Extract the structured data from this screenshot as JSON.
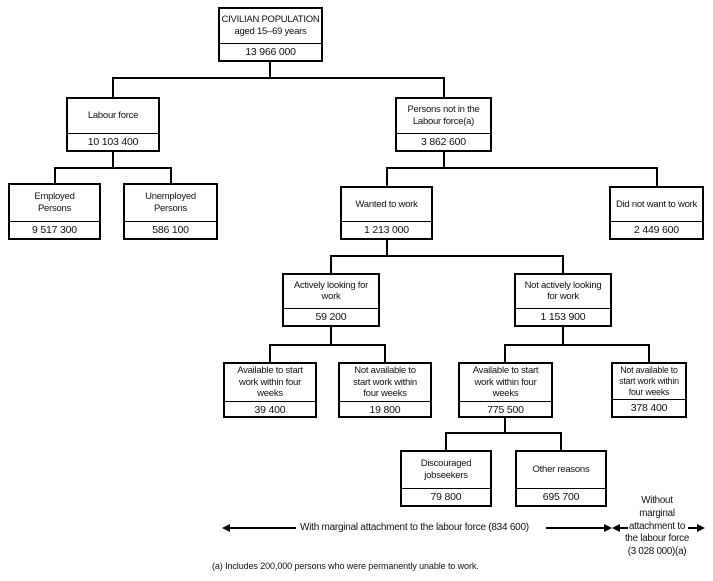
{
  "colors": {
    "line": "#000000",
    "background": "#ffffff",
    "text": "#111111"
  },
  "nodes": [
    {
      "id": "civilian-population",
      "label": "CIVILIAN POPULATION\naged 15–69 years",
      "value": "13 966 000"
    },
    {
      "id": "labour-force",
      "label": "Labour force",
      "value": "10 103 400"
    },
    {
      "id": "persons-not-in-labour-force",
      "label": "Persons not in the\nLabour force(a)",
      "value": "3 862 600"
    },
    {
      "id": "employed-persons",
      "label": "Employed\nPersons",
      "value": "9 517 300"
    },
    {
      "id": "unemployed-persons",
      "label": "Unemployed\nPersons",
      "value": "586 100"
    },
    {
      "id": "wanted-to-work",
      "label": "Wanted to work",
      "value": "1 213 000"
    },
    {
      "id": "did-not-want-to-work",
      "label": "Did not want to work",
      "value": "2 449 600"
    },
    {
      "id": "actively-looking-for-work",
      "label": "Actively looking for\nwork",
      "value": "59 200"
    },
    {
      "id": "not-actively-looking-for-work",
      "label": "Not actively looking\nfor work",
      "value": "1 153 900"
    },
    {
      "id": "available-to-start-active",
      "label": "Available to start\nwork within four\nweeks",
      "value": "39 400"
    },
    {
      "id": "not-available-to-start-active",
      "label": "Not available to\nstart work within\nfour weeks",
      "value": "19 800"
    },
    {
      "id": "available-to-start-not-active",
      "label": "Available to start\nwork within four\nweeks",
      "value": "775 500"
    },
    {
      "id": "not-available-to-start-not-active",
      "label": "Not available to\nstart work within\nfour weeks",
      "value": "378 400"
    },
    {
      "id": "discouraged-jobseekers",
      "label": "Discouraged\njobseekers",
      "value": "79 800"
    },
    {
      "id": "other-reasons",
      "label": "Other reasons",
      "value": "695 700"
    }
  ],
  "annotations": {
    "with_marginal": "With marginal attachment to the labour force (834 600)",
    "without_marginal": "Without\nmarginal\nattachment to\nthe labour force\n(3 028 000)(a)",
    "footnote": "(a) Includes 200,000 persons who were permanently unable to work."
  }
}
